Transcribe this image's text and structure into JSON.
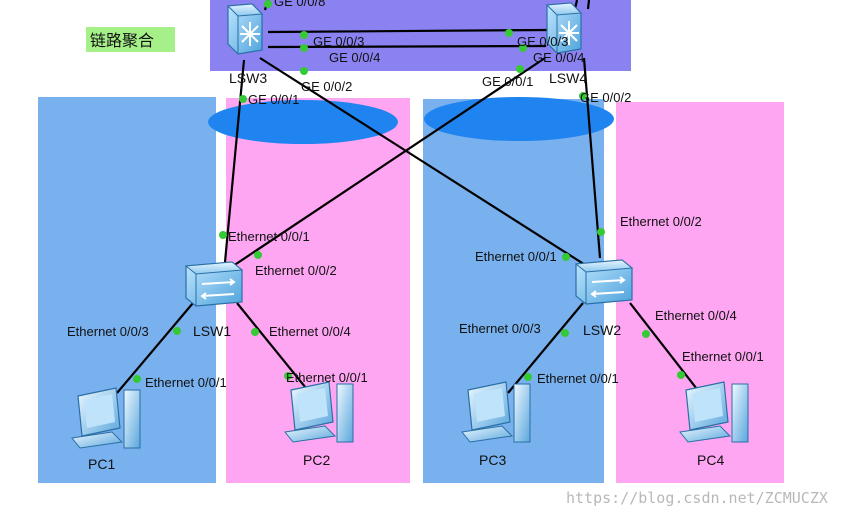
{
  "title_badge": "链路聚合",
  "devices": {
    "lsw3": "LSW3",
    "lsw4": "LSW4",
    "lsw1": "LSW1",
    "lsw2": "LSW2",
    "pc1": "PC1",
    "pc2": "PC2",
    "pc3": "PC3",
    "pc4": "PC4"
  },
  "ports": {
    "lsw3_top": "GE 0/0/8",
    "lsw3_ge3": "GE 0/0/3",
    "lsw3_ge4": "GE 0/0/4",
    "lsw3_ge2": "GE 0/0/2",
    "lsw3_ge1": "GE 0/0/1",
    "lsw4_ge3": "GE 0/0/3",
    "lsw4_ge4": "GE 0/0/4",
    "lsw4_ge1": "GE 0/0/1",
    "lsw4_ge2": "GE 0/0/2",
    "lsw1_e1": "Ethernet 0/0/1",
    "lsw1_e2": "Ethernet 0/0/2",
    "lsw1_e3": "Ethernet 0/0/3",
    "lsw1_e4": "Ethernet 0/0/4",
    "pc1_e1": "Ethernet 0/0/1",
    "pc2_e1": "Ethernet 0/0/1",
    "lsw2_e2": "Ethernet 0/0/2",
    "lsw2_e1": "Ethernet 0/0/1",
    "lsw2_e3": "Ethernet 0/0/3",
    "lsw2_e4": "Ethernet 0/0/4",
    "pc3_e1": "Ethernet 0/0/1",
    "pc4_e1": "Ethernet 0/0/1"
  },
  "watermark": "https://blog.csdn.net/ZCMUCZX",
  "colors": {
    "core_zone": "#8a82f0",
    "vlan_blue_zone": "#79b1ee",
    "vlan_pink_zone": "#ffa6f2",
    "ellipse": "#1f84f0",
    "badge": "#a6f08a",
    "port_dot": "#35c935"
  }
}
